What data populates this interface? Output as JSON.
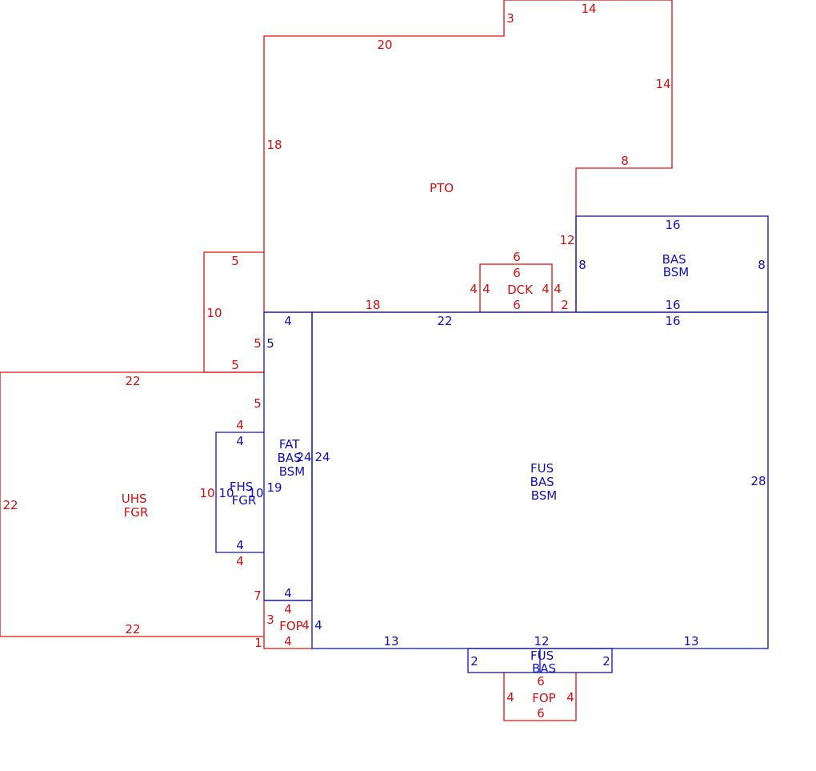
{
  "colors": {
    "red": "#e01010",
    "blue": "#1010c8"
  },
  "areas": {
    "pto": [
      "PTO"
    ],
    "dck": [
      "DCK"
    ],
    "bas_top": [
      "BAS",
      "BSM"
    ],
    "fus_main": [
      "FUS",
      "BAS",
      "BSM"
    ],
    "fat": [
      "FAT",
      "BAS",
      "BSM"
    ],
    "fhs": [
      "FHS",
      "FGR"
    ],
    "uhs": [
      "UHS",
      "FGR"
    ],
    "fop_left": [
      "FOP"
    ],
    "fus_bottom": [
      "FUS",
      "BAS"
    ],
    "fop_bottom": [
      "FOP"
    ]
  },
  "dims": {
    "pto_14_top": "14",
    "pto_3": "3",
    "pto_20": "20",
    "pto_14_right": "14",
    "pto_18_left": "18",
    "pto_8": "8",
    "pto_12": "12",
    "pto_5_a": "5",
    "pto_10": "10",
    "pto_18_bottom": "18",
    "pto_5_b": "5",
    "pto_5_c": "5",
    "pto_2": "2",
    "dck_6_out_top": "6",
    "dck_6_in_top": "6",
    "dck_4_ol": "4",
    "dck_4_il": "4",
    "dck_4_ir": "4",
    "dck_4_or": "4",
    "dck_6_bottom": "6",
    "bas_16_top": "16",
    "bas_8_left": "8",
    "bas_8_right": "8",
    "bas_16_bottom": "16",
    "fus_16_top": "16",
    "fus_22_top": "22",
    "fus_28_right": "28",
    "fus_13_left": "13",
    "fus_12": "12",
    "fus_13_right": "13",
    "fat_4_top": "4",
    "fat_5_left": "5",
    "fat_24_inner": "24",
    "fat_24_outer": "24",
    "fat_19": "19",
    "fat_4_bottom": "4",
    "uhs_22_top": "22",
    "uhs_22_left": "22",
    "uhs_22_bottom": "22",
    "uhs_5": "5",
    "uhs_4_top": "4",
    "uhs_10": "10",
    "uhs_4_bottom": "4",
    "uhs_7": "7",
    "uhs_1": "1",
    "fhs_4_top": "4",
    "fhs_10_left": "10",
    "fhs_10_right": "10",
    "fhs_4_bottom": "4",
    "fop_l_4_top": "4",
    "fop_l_3": "3",
    "fop_l_4_inner": "4",
    "fop_l_4_outer": "4",
    "fop_l_4_bottom": "4",
    "fusb_2_left": "2",
    "fusb_2_right": "2",
    "fusb_6": "6",
    "fopb_4_left": "4",
    "fopb_4_right": "4",
    "fopb_6": "6"
  }
}
